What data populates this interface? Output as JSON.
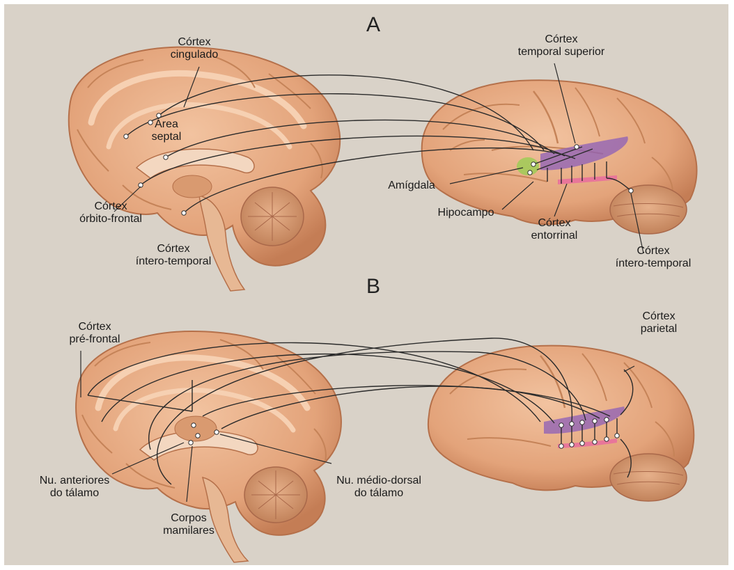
{
  "panels": {
    "a": {
      "letter": "A",
      "medial_labels": {
        "cortex_cingulado": "Córtex\ncingulado",
        "area_septal": "Área\nseptal",
        "cortex_orbito_frontal": "Córtex\nórbito-frontal",
        "cortex_infero_temporal": "Córtex\níntero-temporal"
      },
      "lateral_labels": {
        "cortex_temporal_superior": "Córtex\ntemporal superior",
        "amigdala": "Amígdala",
        "hipocampo": "Hipocampo",
        "cortex_entorrinal": "Córtex\nentorrinal",
        "cortex_infero_temporal": "Córtex\níntero-temporal"
      }
    },
    "b": {
      "letter": "B",
      "medial_labels": {
        "cortex_pre_frontal": "Córtex\npré-frontal",
        "nu_anteriores": "Nu. anteriores\ndo tálamo",
        "corpos_mamilares": "Corpos\nmamilares",
        "nu_medio_dorsal": "Nu. médio-dorsal\ndo tálamo"
      },
      "lateral_labels": {
        "cortex_parietal": "Córtex\nparietal"
      }
    }
  },
  "colors": {
    "background": "#d9d2c8",
    "brain_fill": "#e3a37a",
    "brain_gyri": "#f0c09c",
    "brain_outline": "#b5704a",
    "cerebellum": "#cf8f64",
    "pathway": "#2a2a2a",
    "purple_region": "#8c5fb8",
    "green_region": "#9acd52",
    "pink_region": "#e8769a"
  }
}
